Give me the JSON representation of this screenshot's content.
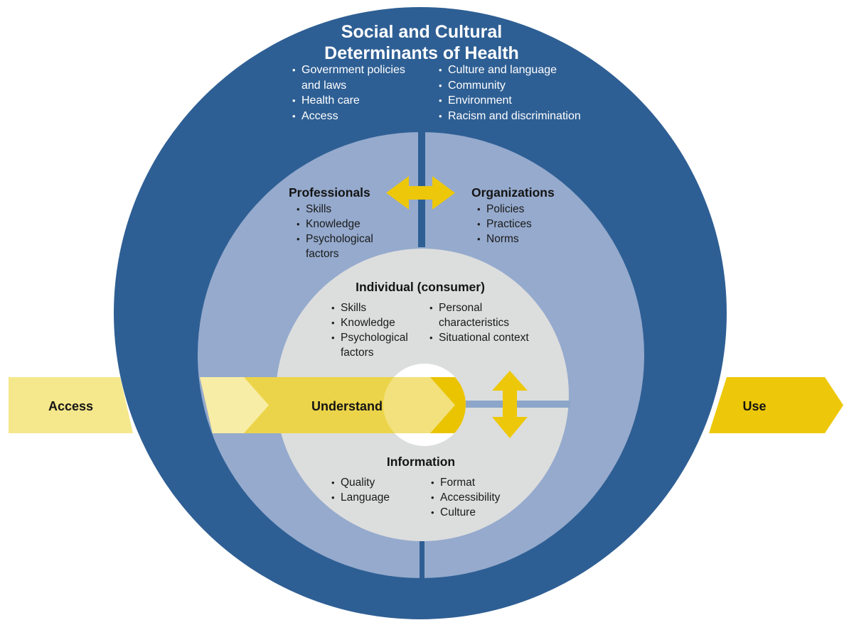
{
  "title": {
    "line1": "Social and Cultural",
    "line2": "Determinants of Health"
  },
  "outer_ring": {
    "left_bullets": [
      "Government policies and laws",
      "Health care",
      "Access"
    ],
    "right_bullets": [
      "Culture and language",
      "Community",
      "Environment",
      "Racism and discrimination"
    ]
  },
  "middle_ring": {
    "professionals": {
      "heading": "Professionals",
      "bullets": [
        "Skills",
        "Knowledge",
        "Psychological factors"
      ]
    },
    "organizations": {
      "heading": "Organizations",
      "bullets": [
        "Policies",
        "Practices",
        "Norms"
      ]
    }
  },
  "inner_circle": {
    "individual": {
      "heading": "Individual (consumer)",
      "left_bullets": [
        "Skills",
        "Knowledge",
        "Psychological factors"
      ],
      "right_bullets": [
        "Personal characteristics",
        "Situational context"
      ]
    },
    "information": {
      "heading": "Information",
      "left_bullets": [
        "Quality",
        "Language"
      ],
      "right_bullets": [
        "Format",
        "Accessibility",
        "Culture"
      ]
    }
  },
  "flow": {
    "access_label": "Access",
    "understand_label": "Understand",
    "use_label": "Use"
  },
  "colors": {
    "outer_ring_blue": "#2e5f94",
    "middle_ring_blue": "#95aacd",
    "inner_circle_gray": "#dcdddd",
    "divider_line_blue": "#8ba6c9",
    "access_band_pale_yellow": "#f5e78c",
    "understand_band_yellow": "#ecd44a",
    "pale_chevron_yellow": "#f8eda6",
    "gold_arrow": "#edc80a",
    "center_gold": "#eac400",
    "outer_text": "#ffffff",
    "inner_text": "#1a1a1a"
  }
}
